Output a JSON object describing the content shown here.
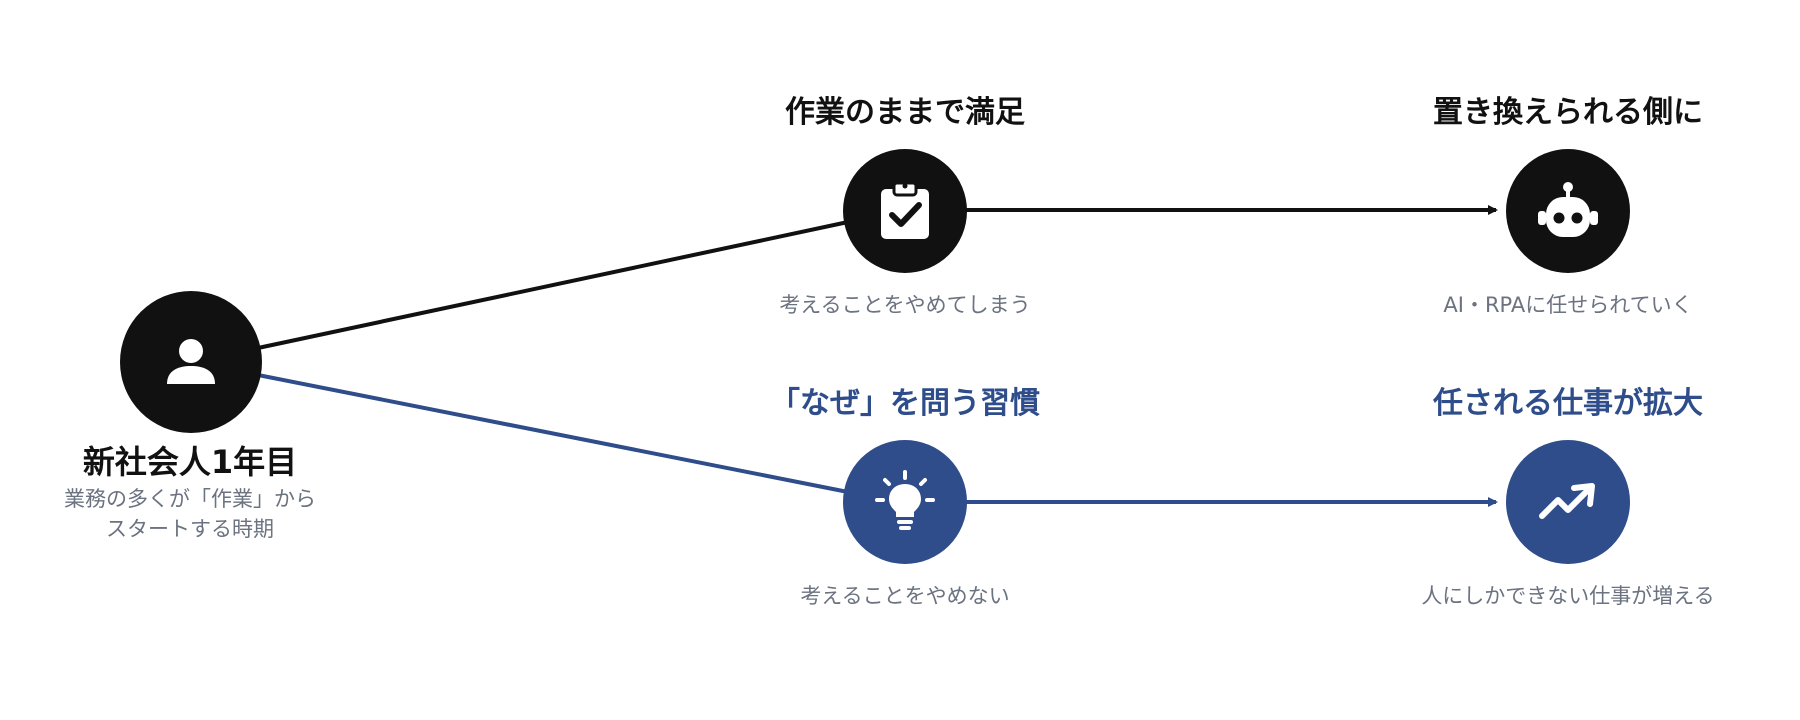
{
  "colors": {
    "dark": "#111111",
    "accent": "#2e4d8a",
    "muted": "#6b7280"
  },
  "start": {
    "icon": "person-icon",
    "title": "新社会人1年目",
    "desc_line1": "業務の多くが「作業」から",
    "desc_line2": "スタートする時期"
  },
  "upper_path": {
    "step1": {
      "icon": "clipboard-check-icon",
      "title": "作業のままで満足",
      "subtitle": "考えることをやめてしまう"
    },
    "step2": {
      "icon": "robot-icon",
      "title": "置き換えられる側に",
      "subtitle": "AI・RPAに任せられていく"
    }
  },
  "lower_path": {
    "step1": {
      "icon": "lightbulb-icon",
      "title": "「なぜ」を問う習慣",
      "subtitle": "考えることをやめない"
    },
    "step2": {
      "icon": "trending-up-icon",
      "title": "任される仕事が拡大",
      "subtitle": "人にしかできない仕事が増える"
    }
  }
}
